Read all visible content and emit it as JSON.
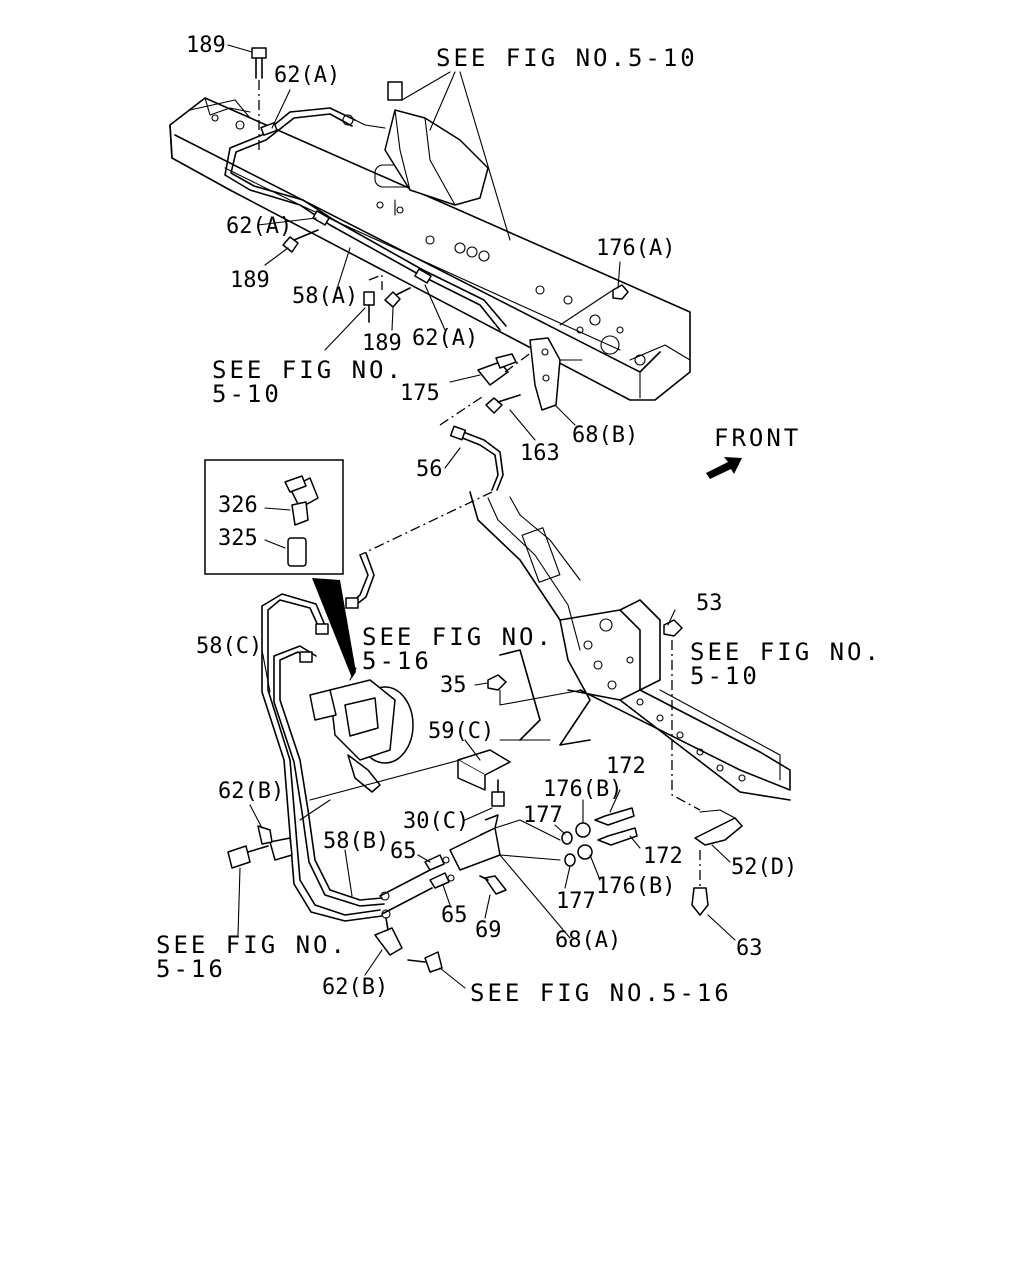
{
  "labels": {
    "l189a": "189",
    "l62a1": "62(A)",
    "see510a": "SEE FIG NO.5-10",
    "l62a2": "62(A)",
    "l189b": "189",
    "l58a": "58(A)",
    "l176a": "176(A)",
    "l189c": "189",
    "l62a3": "62(A)",
    "see510b_1": "SEE FIG NO.",
    "see510b_2": "5-10",
    "l175": "175",
    "l163": "163",
    "l68b": "68(B)",
    "front": "FRONT",
    "l56": "56",
    "l326": "326",
    "l325": "325",
    "l53": "53",
    "l58c": "58(C)",
    "see516a_1": "SEE FIG NO.",
    "see516a_2": "5-16",
    "see510c_1": "SEE FIG NO.",
    "see510c_2": "5-10",
    "l35": "35",
    "l59c": "59(C)",
    "l172a": "172",
    "l176b1": "176(B)",
    "l62b1": "62(B)",
    "l30c": "30(C)",
    "l177a": "177",
    "l58b": "58(B)",
    "l65a": "65",
    "l172b": "172",
    "l52d": "52(D)",
    "l176b2": "176(B)",
    "l177b": "177",
    "l65b": "65",
    "l69": "69",
    "l68a": "68(A)",
    "l63": "63",
    "see516b_1": "SEE FIG NO.",
    "see516b_2": "5-16",
    "l62b2": "62(B)",
    "see516c": "SEE FIG NO.5-16"
  }
}
